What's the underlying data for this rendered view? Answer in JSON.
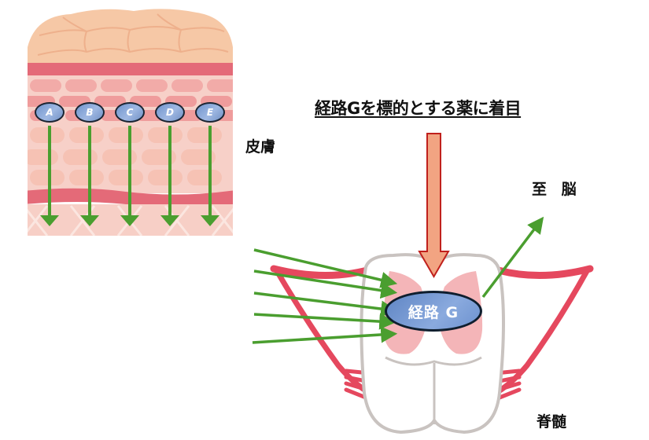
{
  "title": "経路Gを標的とする薬に着目",
  "labels": {
    "skin": "皮膚",
    "to_brain": "至 脳",
    "spinal_cord": "脊髄"
  },
  "receptors": [
    {
      "label": "A"
    },
    {
      "label": "B"
    },
    {
      "label": "C"
    },
    {
      "label": "D"
    },
    {
      "label": "E"
    }
  ],
  "pathway": {
    "label": "経路 G"
  },
  "colors": {
    "arrow_green": "#4a9e2f",
    "drug_arrow_fill": "#f2a482",
    "drug_arrow_stroke": "#c0201c",
    "nerve_red": "#e5485e",
    "gray_matter": "#f4b5b8",
    "cord_outline": "#c9c3c0",
    "receptor_blue": "#7a9ad2"
  },
  "icons": {
    "drug_arrow": "down-arrow-icon",
    "signal_arrow": "arrow-icon"
  }
}
